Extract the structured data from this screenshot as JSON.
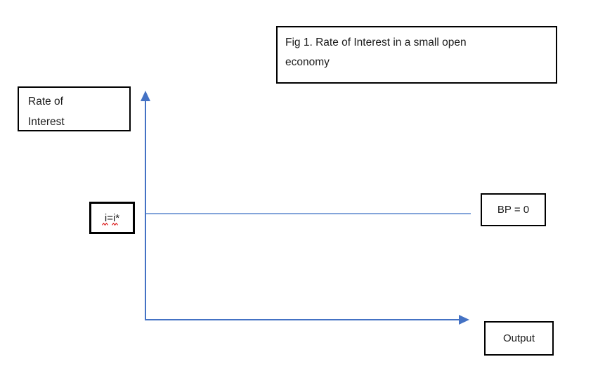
{
  "figure": {
    "title_box": {
      "lines": [
        "Fig 1. Rate of Interest in a small open",
        "economy"
      ]
    },
    "y_axis_label_box": {
      "lines": [
        "Rate of",
        "Interest"
      ]
    },
    "interest_level_label": "i=i*",
    "bp_label": "BP = 0",
    "x_axis_label": "Output"
  },
  "colors": {
    "axis": "#4472C4",
    "bp_line": "#5B87CE",
    "box_border": "#000000",
    "spellcheck_squiggle": "#E03131"
  }
}
